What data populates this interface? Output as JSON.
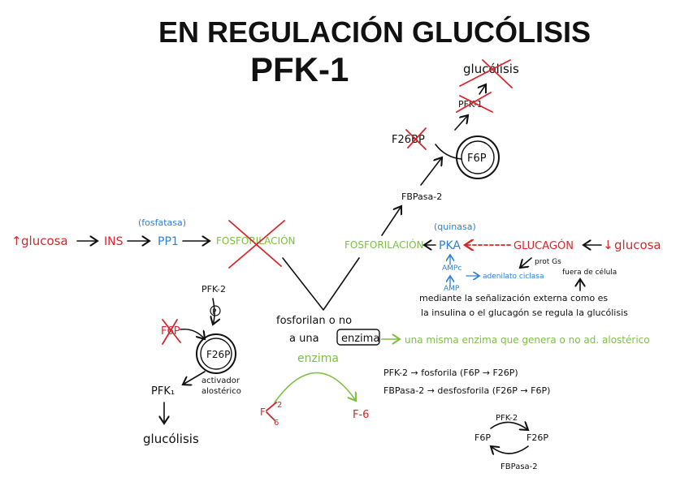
{
  "title": {
    "line1": "EN REGULACIÓN   GLUCÓLISIS",
    "line2": "PFK-1"
  },
  "left_chain": {
    "up_arrow": "↑",
    "glucosa": "glucosa",
    "ins": "INS",
    "fosfatasa": "(fosfatasa)",
    "pp1": "PP1",
    "fosforilacion": "FOSFORILACIÓN"
  },
  "left_branch": {
    "pfk2": "PFK-2",
    "p_circle": "P",
    "f6p": "F6P",
    "f26p": "F26P",
    "activador": "activador",
    "alosterico": "alostérico",
    "pfk1": "PFK₁",
    "glucolisis": "glucólisis"
  },
  "middle": {
    "fosforilan": "fosforilan o no",
    "a_una": "a una",
    "enzima_boxed": "enzima",
    "misma_enzima": "una misma enzima que genera o no ad. alostérico",
    "enzima_label": "enzima",
    "f16_top": "2",
    "f16_bottom": "6",
    "f16_main": "F",
    "f6": "F-6"
  },
  "right_top": {
    "glucolisis": "glucólisis",
    "pfk1": "PFK-1",
    "f26bp": "F26BP",
    "f6p": "F6P",
    "fbpasa2": "FBPasa-2"
  },
  "right_chain": {
    "fosforilacion": "FOSFORILACIÓN",
    "quinasa": "(quinasa)",
    "pka": "PKA",
    "glucagon": "GLUCAGÓN",
    "down_arrow": "↓",
    "glucosa": "glucosa",
    "prot_gs": "prot Gs",
    "ampc": "AMPc",
    "adenilato": "adenilato ciclasa",
    "amp": "AMP",
    "fuera": "fuera de célula"
  },
  "note": {
    "line1": "mediante la señalización externa como es",
    "line2": "la insulina o el glucagón se regula la glucólisis"
  },
  "summary": {
    "line1": "PFK-2 → fosforila (F6P → F26P)",
    "line2": "FBPasa-2 → desfosforila (F26P → F6P)"
  },
  "cycle": {
    "pfk2": "PFK-2",
    "f6p": "F6P",
    "f26p": "F26P",
    "fbpasa2": "FBPasa-2"
  },
  "colors": {
    "red": "#d8262b",
    "blue": "#2e7fd6",
    "green": "#7cc043",
    "black": "#111111"
  }
}
